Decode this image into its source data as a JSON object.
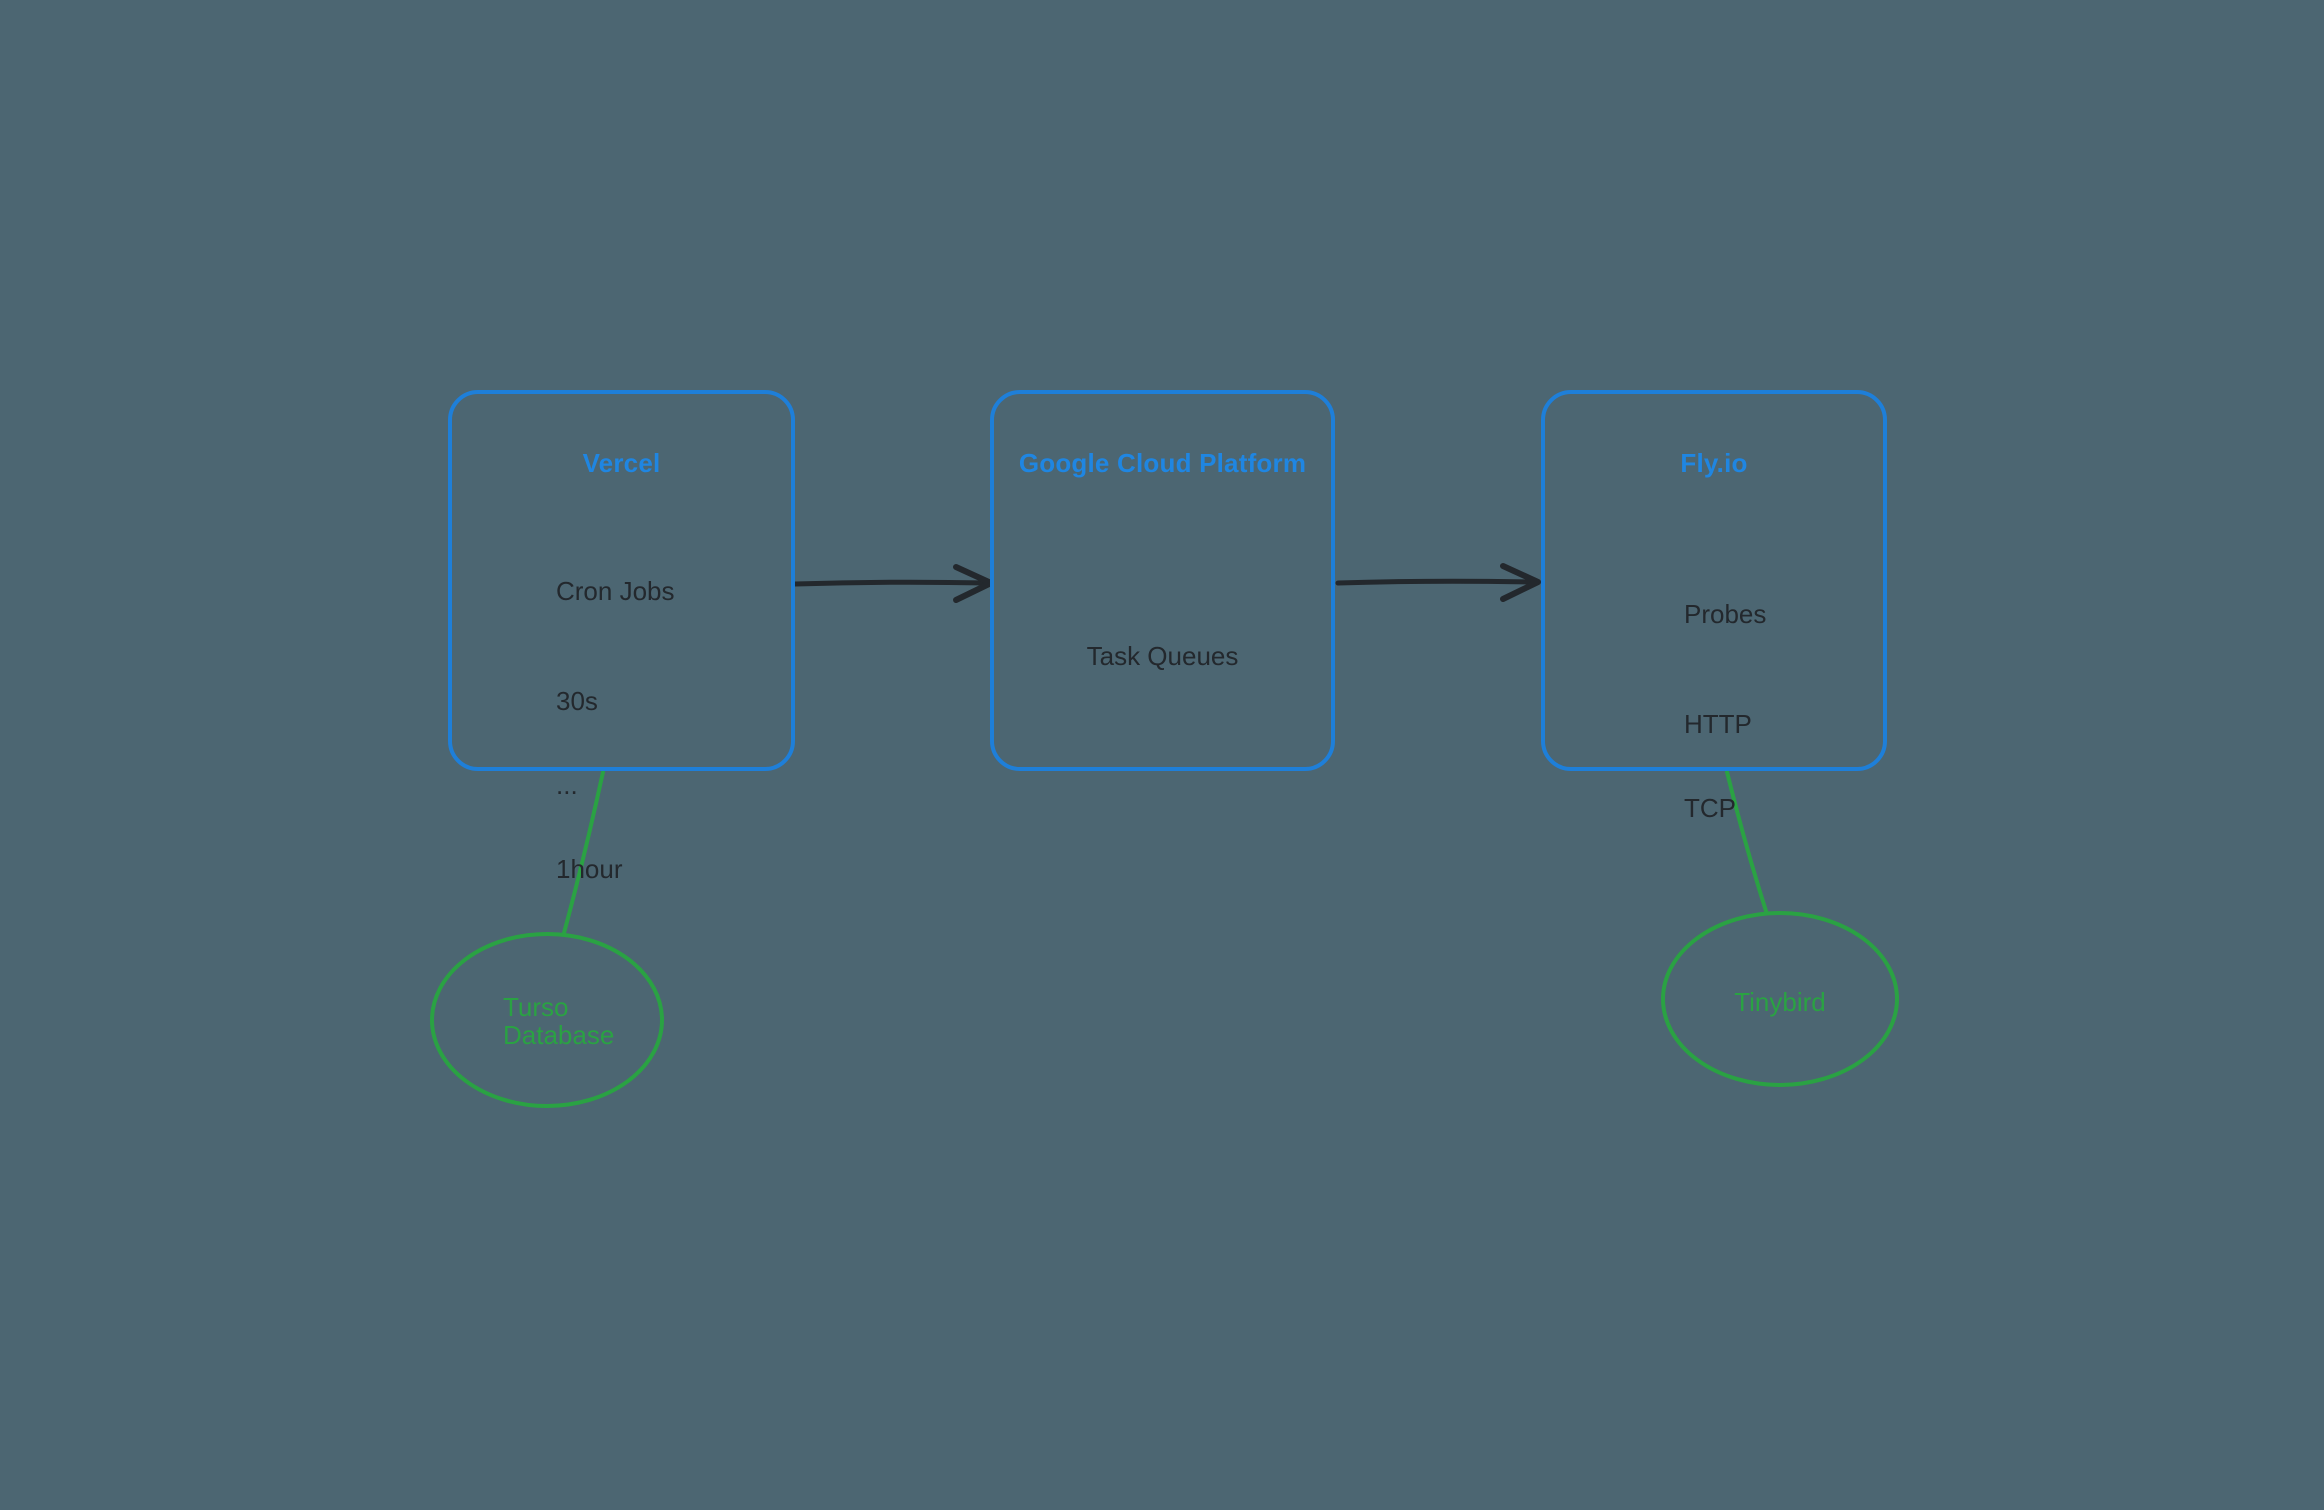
{
  "diagram": {
    "nodes": [
      {
        "id": "vercel",
        "title": "Vercel",
        "lines": [
          "Cron Jobs",
          "30s",
          "...",
          "1hour"
        ]
      },
      {
        "id": "gcp",
        "title": "Google Cloud Platform",
        "lines": [
          "Task Queues"
        ]
      },
      {
        "id": "flyio",
        "title": "Fly.io",
        "lines": [
          "Probes",
          "HTTP",
          "TCP"
        ]
      }
    ],
    "ellipses": [
      {
        "id": "turso",
        "lines": [
          "Turso",
          "Database"
        ]
      },
      {
        "id": "tinybird",
        "lines": [
          "Tinybird"
        ]
      }
    ],
    "connections": [
      {
        "from": "Vercel",
        "to": "Google Cloud Platform",
        "style": "black-arrow"
      },
      {
        "from": "Google Cloud Platform",
        "to": "Fly.io",
        "style": "black-arrow"
      },
      {
        "from": "Vercel",
        "to": "Turso Database",
        "style": "green-line"
      },
      {
        "from": "Fly.io",
        "to": "Tinybird",
        "style": "green-line"
      }
    ],
    "colors": {
      "background": "#4c6672",
      "node_border": "#1e7fd9",
      "node_title_text": "#1f86e2",
      "body_text": "#23282d",
      "green": "#2aa243",
      "arrow": "#23282d"
    }
  }
}
